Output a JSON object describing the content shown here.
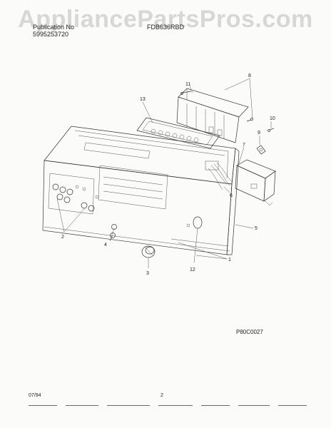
{
  "header": {
    "publication_label": "Publication No",
    "publication_number": "5995253720",
    "model_number": "FDB636RBD"
  },
  "watermark": "AppliancePartsPros.com",
  "diagram": {
    "code": "P80C0027",
    "callouts": [
      "1",
      "2",
      "3",
      "4",
      "5",
      "6",
      "7",
      "8",
      "9",
      "10",
      "11",
      "12",
      "13"
    ]
  },
  "footer": {
    "date": "07/94",
    "page": "2"
  }
}
